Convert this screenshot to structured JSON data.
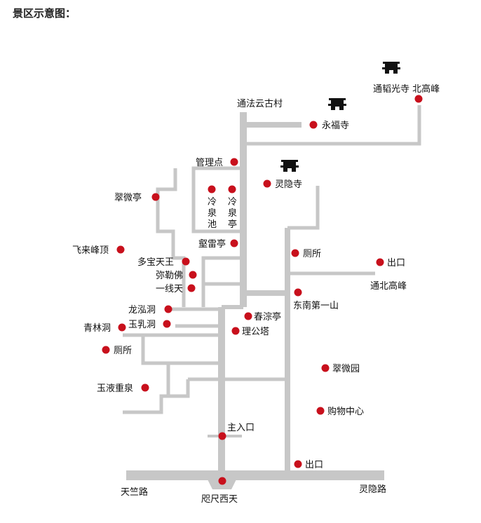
{
  "title": "景区示意图：",
  "colors": {
    "road": "#c7c7c7",
    "marker": "#c8101c",
    "text": "#111111",
    "background": "#ffffff"
  },
  "roads": {
    "tianzhu": "天竺路",
    "lingyin": "灵隐路",
    "tongbeigaofeng": "通北高峰"
  },
  "places": {
    "tongfa_yungucun": "通法云古村",
    "yongfusi": "永福寺",
    "taoguangsi_beigaofeng": "通韬光寺 北高峰",
    "guanlidian": "管理点",
    "lingyinsi": "灵隐寺",
    "cuiweiting": "翠微亭",
    "lengquanchi": "冷泉池",
    "lengquanting": "冷泉亭",
    "feilaifengding": "飞来峰顶",
    "hulei_ting": "壑雷亭",
    "cesuo_1": "厕所",
    "duobao_tianwang": "多宝天王",
    "chukou_1": "出口",
    "mile_fo": "弥勒佛",
    "yixiantian": "一线天",
    "dongnan_diyishan": "东南第一山",
    "longhongdong": "龙泓洞",
    "chunliangting": "春淙亭",
    "yurudong": "玉乳洞",
    "qinglindong": "青林洞",
    "ligongta": "理公塔",
    "cesuo_2": "厕所",
    "cuiweiyuan": "翠微园",
    "yuyechongquan": "玉液重泉",
    "gouwuzhongxin": "购物中心",
    "zhurukou": "主入口",
    "chukou_2": "出口",
    "zhichi_xitian": "咫尺西天"
  },
  "temple_icons": [
    "temple-icon",
    "temple-icon",
    "temple-icon"
  ]
}
